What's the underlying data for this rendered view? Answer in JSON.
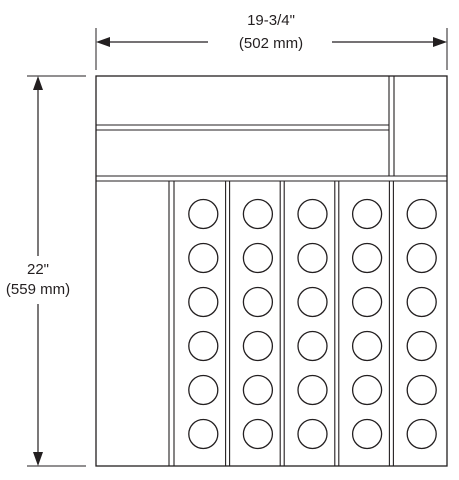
{
  "dimensions": {
    "width_imperial": "19-3/4\"",
    "width_metric": "(502 mm)",
    "height_imperial": "22\"",
    "height_metric": "(559 mm)"
  },
  "drawer_grid": {
    "columns": 5,
    "circles_per_column": 6
  },
  "colors": {
    "line": "#231f20",
    "background": "#ffffff"
  }
}
